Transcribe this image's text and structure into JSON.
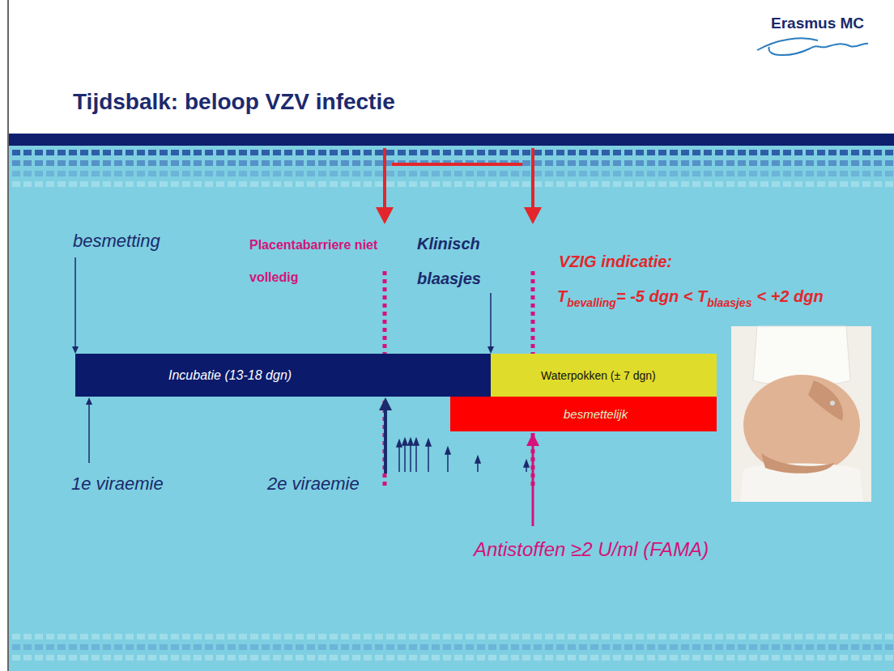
{
  "diagram": {
    "title": "Tijdsbalk: beloop VZV infectie",
    "nodes": [
      {
        "text": [
          "Incubatie (13-18 dgn)"
        ]
      },
      {
        "text": [
          "Waterpokken (± 7 dgn)"
        ]
      },
      {
        "text": [
          "besmettelijk"
        ]
      }
    ],
    "labels": [
      "Erasmus MC",
      "besmetting",
      "Placentabarriere niet volledig",
      "Klinisch blaasjes",
      "VZIG indicatie:",
      "T",
      "bevalling",
      "= -5 dgn < T",
      "blaasjes",
      "< +2 dgn",
      "1e viraemie",
      "2e viraemie",
      "Antistoffen ≥2 U/ml (FAMA)"
    ]
  }
}
